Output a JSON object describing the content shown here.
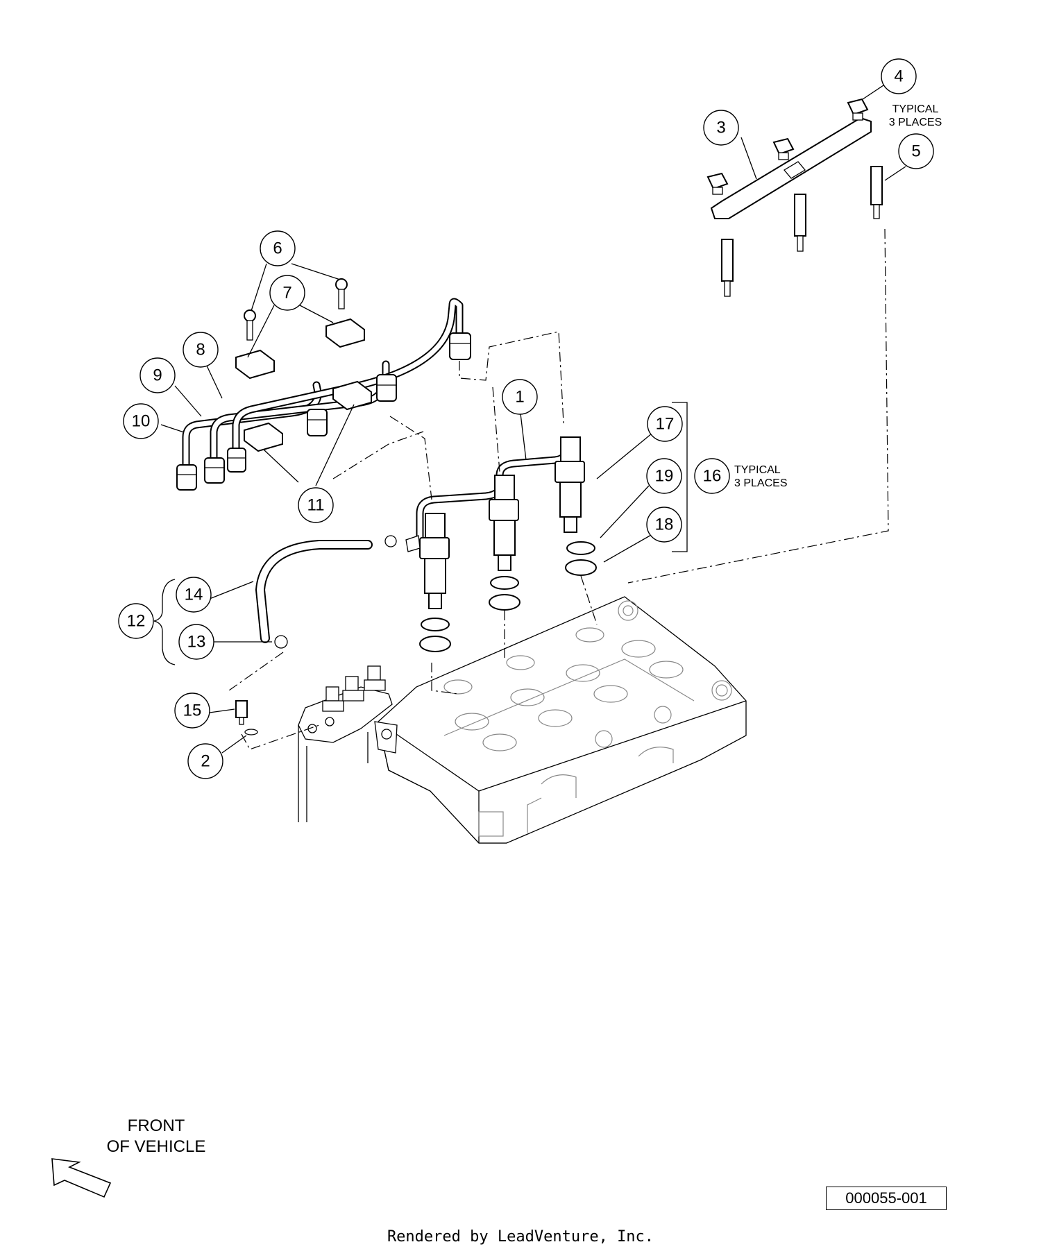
{
  "callouts": {
    "c1": "1",
    "c2": "2",
    "c3": "3",
    "c4": "4",
    "c5": "5",
    "c6": "6",
    "c7": "7",
    "c8": "8",
    "c9": "9",
    "c10": "10",
    "c11": "11",
    "c12": "12",
    "c13": "13",
    "c14": "14",
    "c15": "15",
    "c16": "16",
    "c17": "17",
    "c18": "18",
    "c19": "19"
  },
  "notes": {
    "glow_plug_note": "TYPICAL\n3 PLACES",
    "injector_note": "TYPICAL\n3 PLACES"
  },
  "orientation": {
    "label": "FRONT\nOF VEHICLE",
    "icon": "arrow-left-down-icon"
  },
  "figure_id": "000055-001",
  "footer": "Rendered by LeadVenture, Inc."
}
